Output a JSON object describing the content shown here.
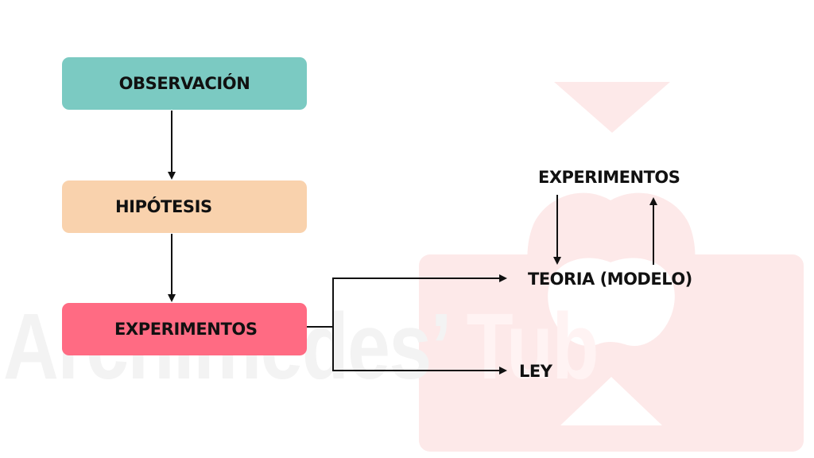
{
  "watermark": {
    "text_main": "Archimedes’",
    "text_tub": "Tub"
  },
  "boxes": {
    "observacion": "OBSERVACIÓN",
    "hipotesis": "HIPÓTESIS",
    "experimentos": "EXPERIMENTOS"
  },
  "right": {
    "experimentos": "EXPERIMENTOS",
    "teoria": "TEORIA (MODELO)",
    "ley": "LEY"
  },
  "colors": {
    "observacion": "#7bcac2",
    "hipotesis": "#f9d2ad",
    "experimentos": "#ff6b83",
    "watermark": "#fde9e9"
  }
}
